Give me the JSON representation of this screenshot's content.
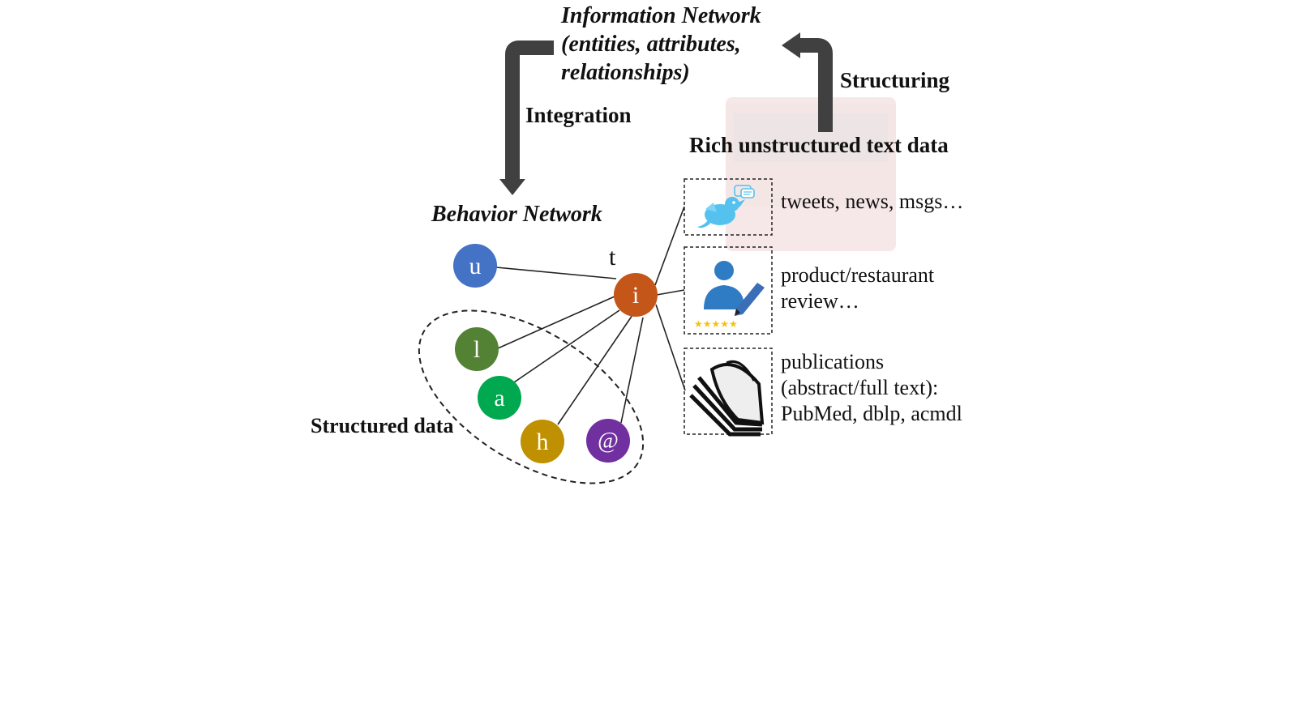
{
  "info_network": {
    "lines": [
      "Information Network",
      "(entities, attributes,",
      "relationships)"
    ]
  },
  "arrows": {
    "structuring": "Structuring",
    "integration": "Integration"
  },
  "rich_text_label": "Rich unstructured text data",
  "behavior_network": {
    "title": "Behavior Network",
    "hub_label": "t",
    "nodes": [
      {
        "letter": "u",
        "color": "#4472c4"
      },
      {
        "letter": "i",
        "color": "#c5561a"
      },
      {
        "letter": "l",
        "color": "#548235"
      },
      {
        "letter": "a",
        "color": "#00a84f"
      },
      {
        "letter": "h",
        "color": "#bf9000"
      },
      {
        "letter": "@",
        "color": "#7030a0"
      }
    ]
  },
  "structured_data_label": "Structured data",
  "sources": [
    {
      "icon": "twitter-bird-icon",
      "lines": [
        "tweets, news, msgs…"
      ]
    },
    {
      "icon": "reviewer-pencil-stars-icon",
      "lines": [
        "product/restaurant",
        "review…"
      ]
    },
    {
      "icon": "book-pages-icon",
      "lines": [
        "publications",
        "(abstract/full text):",
        "PubMed, dblp, acmdl"
      ]
    }
  ],
  "colors": {
    "arrow": "#404040",
    "twitter": "#55c1ee",
    "reviewer": "#2f7bc4",
    "stars": "#f4c20d"
  }
}
